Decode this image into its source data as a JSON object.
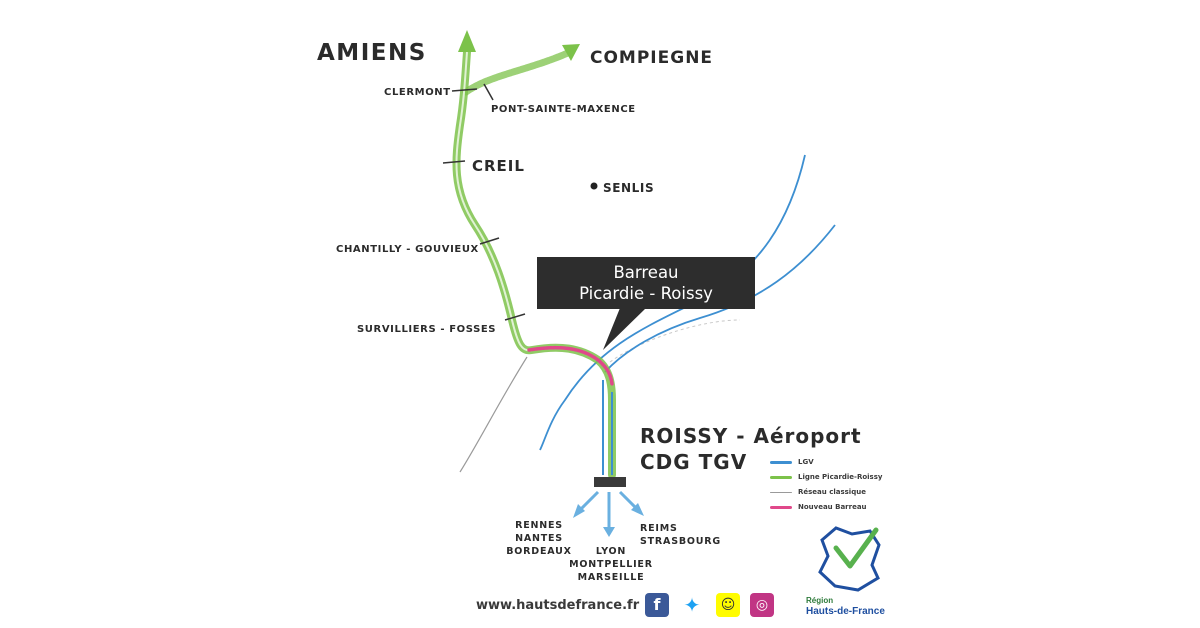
{
  "map": {
    "cities": {
      "amiens": "AMIENS",
      "compiegne": "COMPIEGNE",
      "clermont": "CLERMONT",
      "pont_sainte_maxence": "PONT-SAINTE-MAXENCE",
      "creil": "CREIL",
      "senlis": "SENLIS",
      "chantilly": "CHANTILLY - GOUVIEUX",
      "survilliers": "SURVILLIERS - FOSSES"
    },
    "callout": {
      "line1": "Barreau",
      "line2": "Picardie - Roissy"
    },
    "roissy": {
      "line1": "ROISSY - Aéroport",
      "line2": "CDG TGV"
    },
    "destinations": {
      "west": [
        "RENNES",
        "NANTES",
        "BORDEAUX"
      ],
      "south": [
        "LYON",
        "MONTPELLIER",
        "MARSEILLE"
      ],
      "east": [
        "REIMS",
        "STRASBOURG"
      ]
    },
    "legend": [
      {
        "label": "LGV",
        "color": "#3d8fd1"
      },
      {
        "label": "Ligne Picardie-Roissy",
        "color": "#7cc24a"
      },
      {
        "label": "Réseau classique",
        "color": "#9a9a9a"
      },
      {
        "label": "Nouveau Barreau",
        "color": "#e0488a"
      }
    ]
  },
  "footer": {
    "url": "www.hautsdefrance.fr",
    "social_icons": [
      "facebook-icon",
      "twitter-icon",
      "snapchat-icon",
      "instagram-icon"
    ],
    "logo": {
      "line1": "Région",
      "line2": "Hauts-de-France"
    }
  },
  "colors": {
    "green_line": "#7cc24a",
    "lgv_blue": "#3d8fd1",
    "new_link_pink": "#e0488a",
    "text_dark": "#2b2b2b",
    "callout_bg": "#2d2d2d"
  }
}
